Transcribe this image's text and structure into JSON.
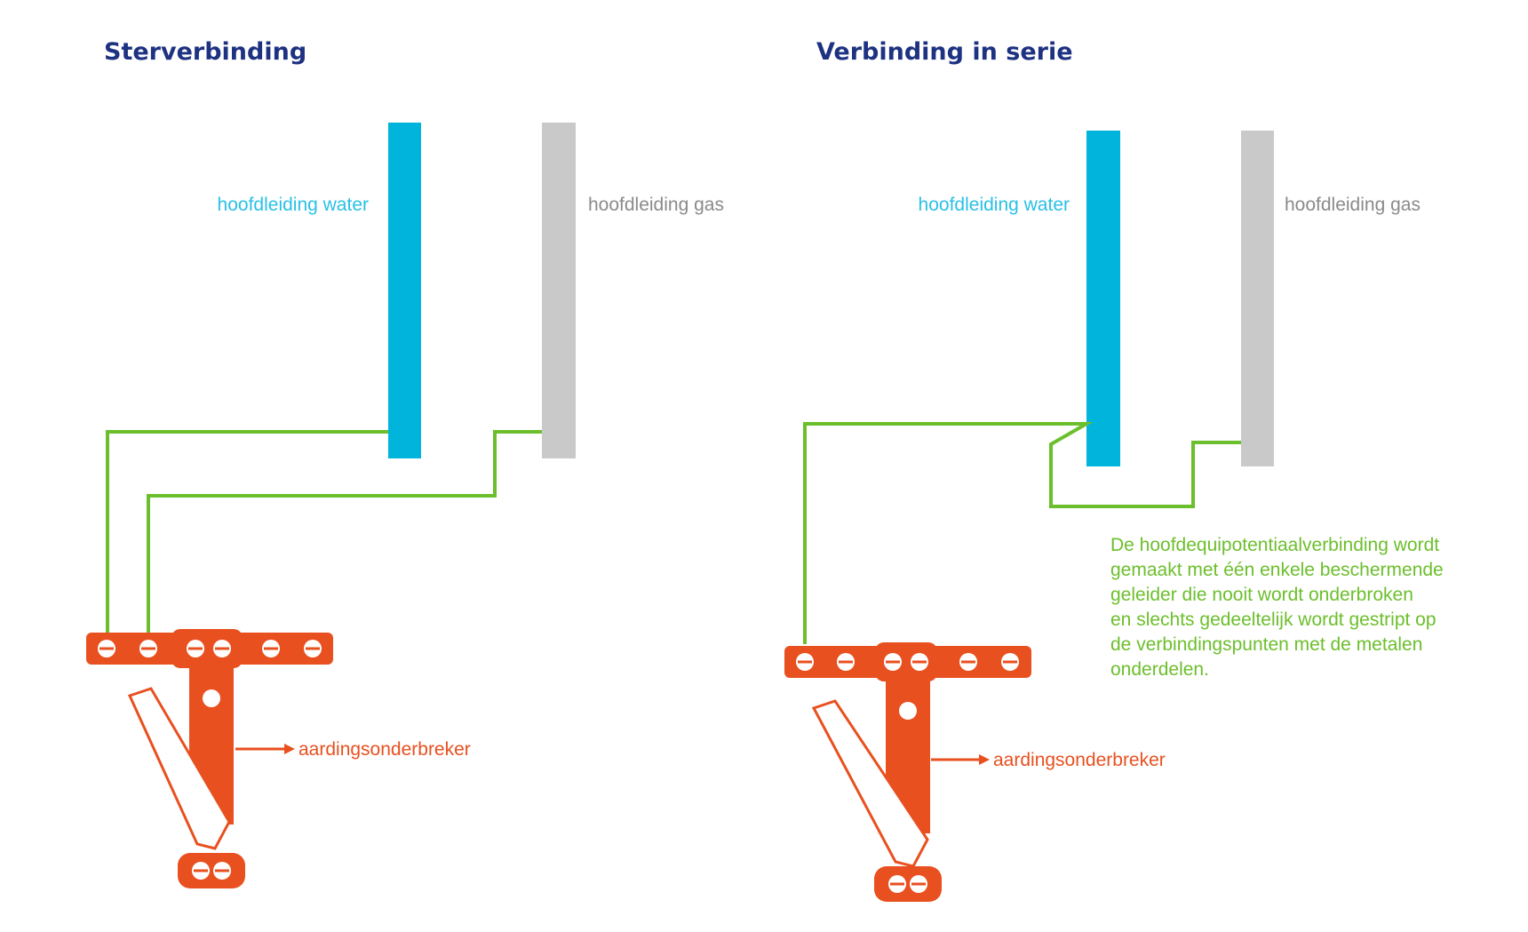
{
  "colors": {
    "title": "#1e3282",
    "water": "#00b4dc",
    "gas": "#c9c9c9",
    "wire": "#6cbf2c",
    "note": "#6cbf2c",
    "device": "#e8501f",
    "label_water": "#29c0e6",
    "label_gas": "#8a8a8a"
  },
  "panels": [
    {
      "title": "Sterverbinding",
      "water_label": "hoofdleiding water",
      "gas_label": "hoofdleiding gas",
      "device_label": "aardingsonderbreker"
    },
    {
      "title": "Verbinding in serie",
      "water_label": "hoofdleiding water",
      "gas_label": "hoofdleiding gas",
      "device_label": "aardingsonderbreker",
      "note_lines": [
        "De hoofdequipotentiaalverbinding wordt",
        "gemaakt met één enkele beschermende",
        "geleider die nooit wordt onderbroken",
        "en slechts gedeeltelijk wordt gestript op",
        "de verbindingspunten met de metalen",
        "onderdelen."
      ]
    }
  ]
}
